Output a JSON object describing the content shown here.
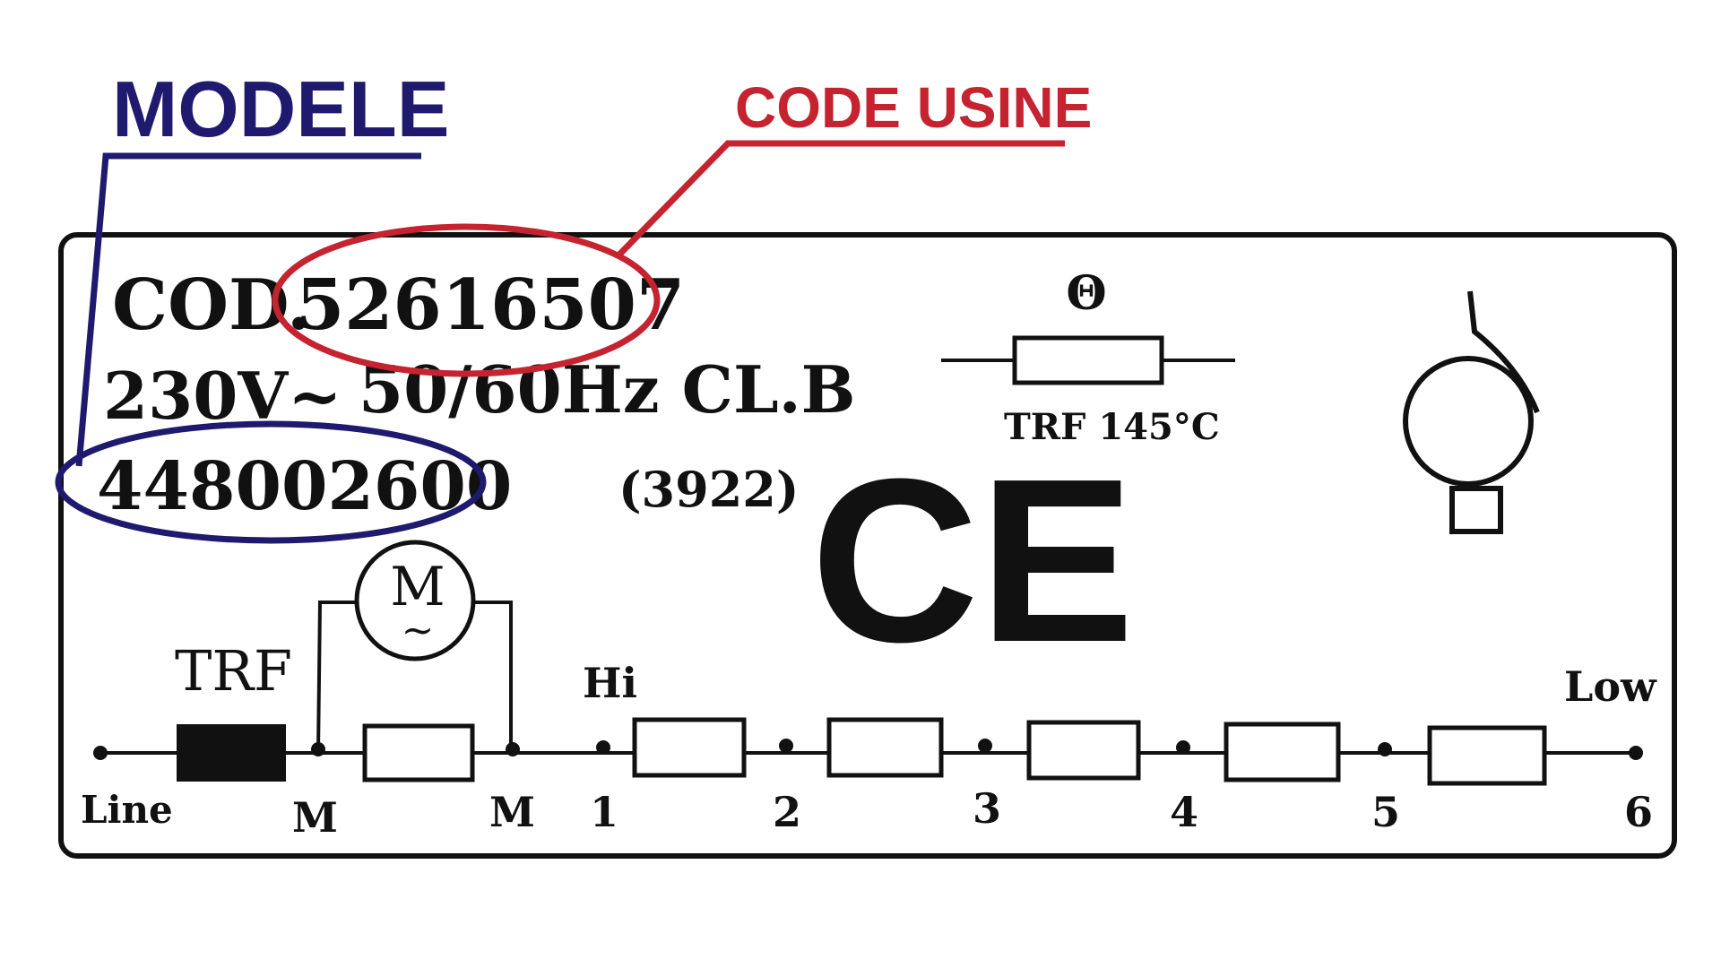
{
  "annotations": {
    "model_label": "MODELE",
    "factory_code_label": "CODE USINE",
    "model_color": "#1f1a6e",
    "factory_code_color": "#c4232f"
  },
  "plate": {
    "cod_prefix": "COD.",
    "cod_number": "52616507",
    "voltage": "230V~",
    "frequency": "50/60Hz CL.B",
    "model_number": "448002600",
    "code_paren": "(3922)",
    "fuse_symbol": "Θ",
    "fuse_label": "TRF 145°C",
    "ce_mark": "CE"
  },
  "schematic": {
    "trf_label": "TRF",
    "motor_letter": "M",
    "motor_tilde": "~",
    "hi_label": "Hi",
    "low_label": "Low",
    "terminals": [
      "Line",
      "M",
      "M",
      "1",
      "2",
      "3",
      "4",
      "5",
      "6"
    ]
  }
}
